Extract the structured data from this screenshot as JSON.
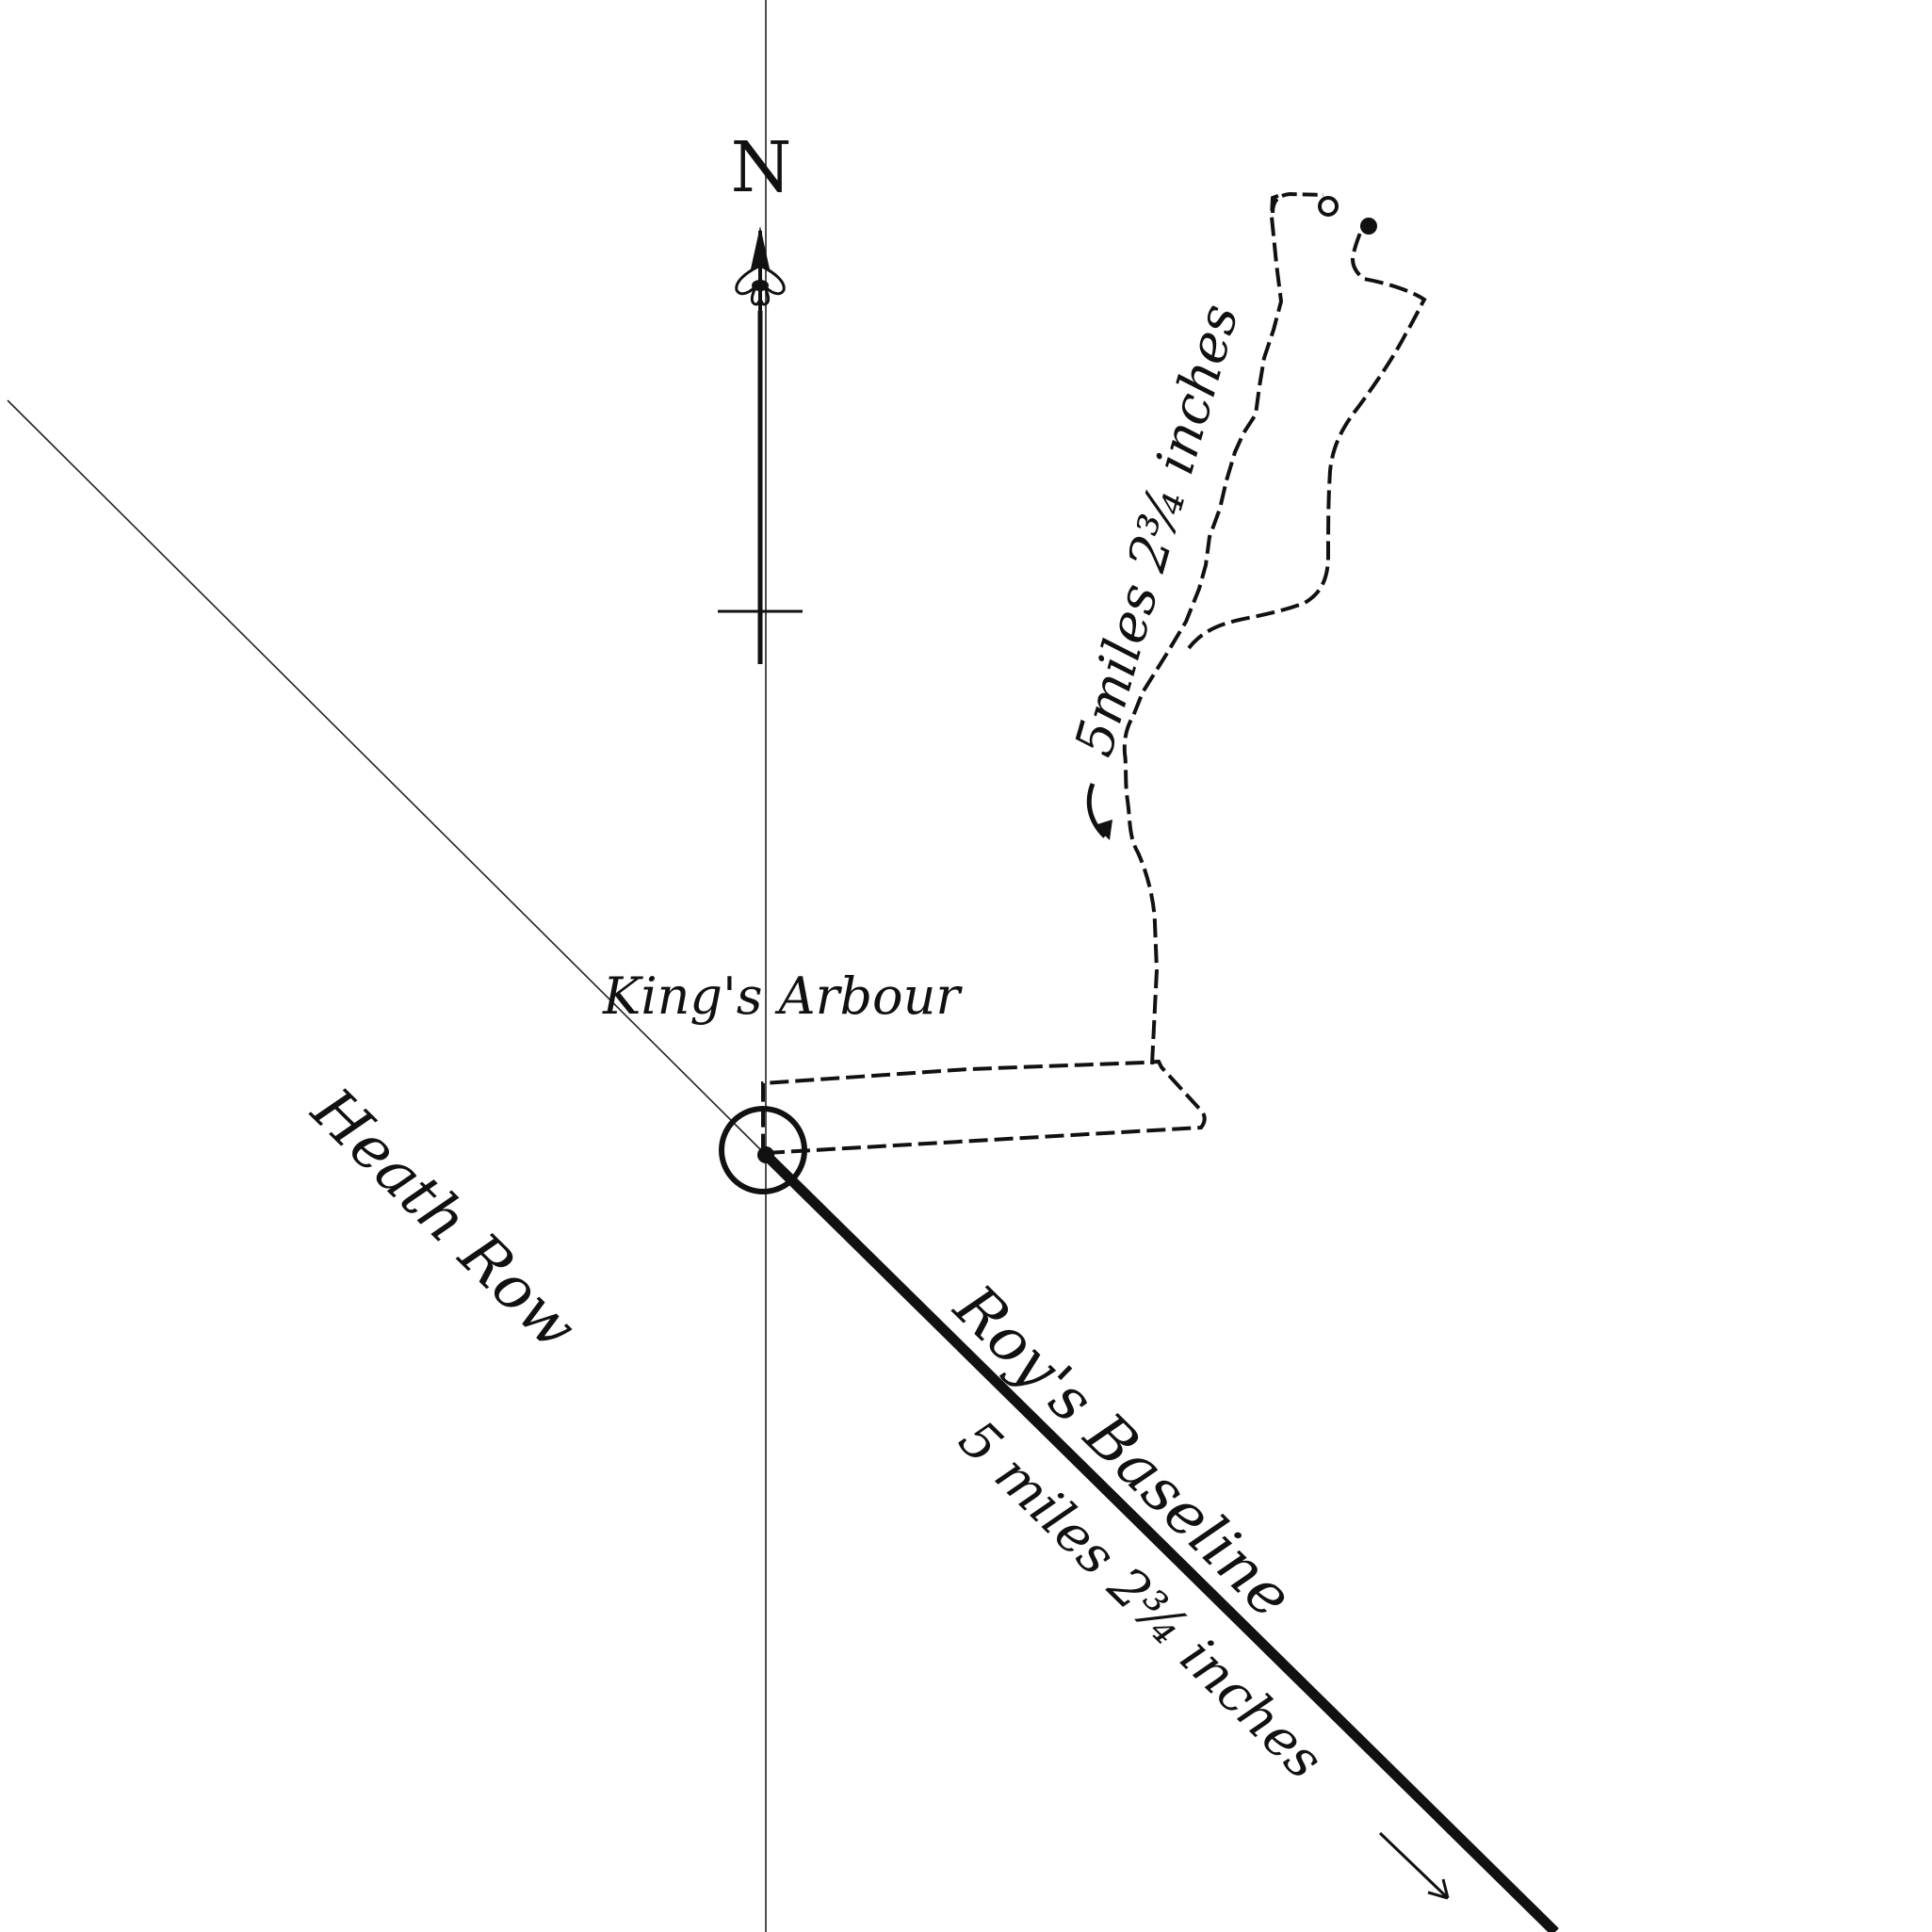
{
  "labels": {
    "north": "N",
    "kings_arbour": "King's Arbour",
    "heath_row": "Heath Row",
    "roys_baseline": "Roy's Baseline",
    "baseline_length": "5 miles 2¾ inches",
    "route_length": "5miles 2¾ inches"
  },
  "colors": {
    "ink": "#111111",
    "paper": "#ffffff"
  },
  "icons": {
    "north_arrow": "fleur-de-lis-north-arrow-icon",
    "station_marker": "circled-station-icon",
    "start_marker": "open-circle-icon",
    "end_marker": "filled-dot-icon"
  }
}
